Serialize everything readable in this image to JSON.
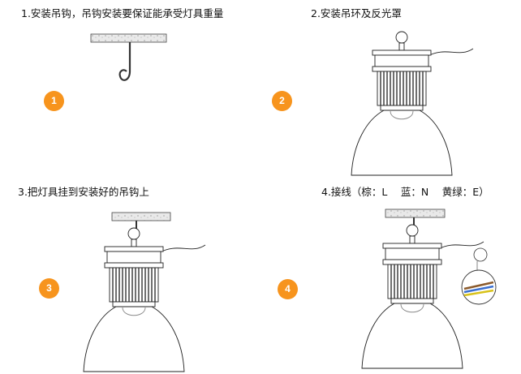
{
  "steps": [
    {
      "number": "1",
      "caption": "1.安装吊钩，吊钩安装要保证能承受灯具重量"
    },
    {
      "number": "2",
      "caption": "2.安装吊环及反光罩"
    },
    {
      "number": "3",
      "caption": "3.把灯具挂到安装好的吊钩上"
    },
    {
      "number": "4",
      "caption": "4.接线（棕：L　 蓝：N　 黄绿：E）"
    }
  ],
  "colors": {
    "badge": "#F7941D",
    "wire_brown": "#8B5A2B",
    "wire_blue": "#3A6FD0",
    "wire_yellow": "#D8C21A"
  }
}
